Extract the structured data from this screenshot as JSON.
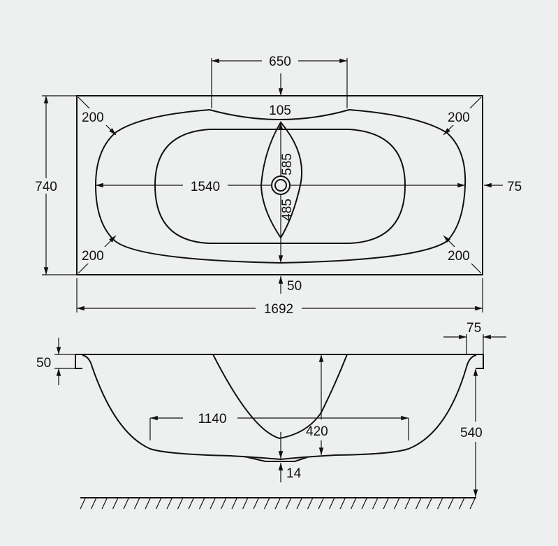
{
  "top_view": {
    "dim_650": "650",
    "dim_105": "105",
    "dim_740": "740",
    "dim_1540": "1540",
    "dim_75": "75",
    "dim_585": "585",
    "dim_485": "485",
    "dim_50": "50",
    "dim_1692": "1692",
    "corner_radius_tl": "200",
    "corner_radius_tr": "200",
    "corner_radius_bl": "200",
    "corner_radius_br": "200"
  },
  "side_view": {
    "dim_75": "75",
    "dim_50": "50",
    "dim_1140": "1140",
    "dim_420": "420",
    "dim_540": "540",
    "dim_14": "14"
  },
  "colors": {
    "background": "#eef0ef",
    "line": "#111111"
  }
}
